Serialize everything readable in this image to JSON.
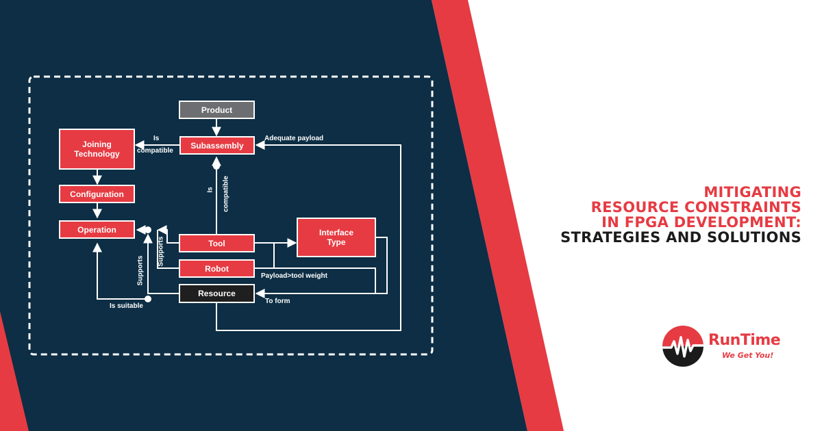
{
  "colors": {
    "navy": "#0d2e44",
    "accent": "#e63b43",
    "gray_node": "#6d6e71",
    "black_node": "#1f1f1f",
    "text_dark": "#1b1b1b"
  },
  "diagram": {
    "nodes": {
      "product": "Product",
      "subassembly": "Subassembly",
      "joining_technology": "Joining Technology",
      "configuration": "Configuration",
      "operation": "Operation",
      "tool": "Tool",
      "robot": "Robot",
      "resource": "Resource",
      "interface_type": "Interface Type"
    },
    "edge_labels": {
      "is_compatible_top_1": "Is",
      "is_compatible_top_2": "compatible",
      "adequate_payload": "Adequate payload",
      "is_compatible_vert_1": "Is",
      "is_compatible_vert_2": "compatible",
      "supports_1": "Supports",
      "supports_2": "Supports",
      "payload_tool_weight": "Payload>tool weight",
      "is_suitable": "Is suitable",
      "to_form": "To form"
    }
  },
  "headline": {
    "line1": "MITIGATING",
    "line2": "RESOURCE CONSTRAINTS",
    "line3": "IN FPGA DEVELOPMENT:",
    "line4": "STRATEGIES AND SOLUTIONS"
  },
  "brand": {
    "name": "RunTime",
    "tagline": "We Get You!",
    "logo_icon": "heartbeat-pulse-icon"
  }
}
